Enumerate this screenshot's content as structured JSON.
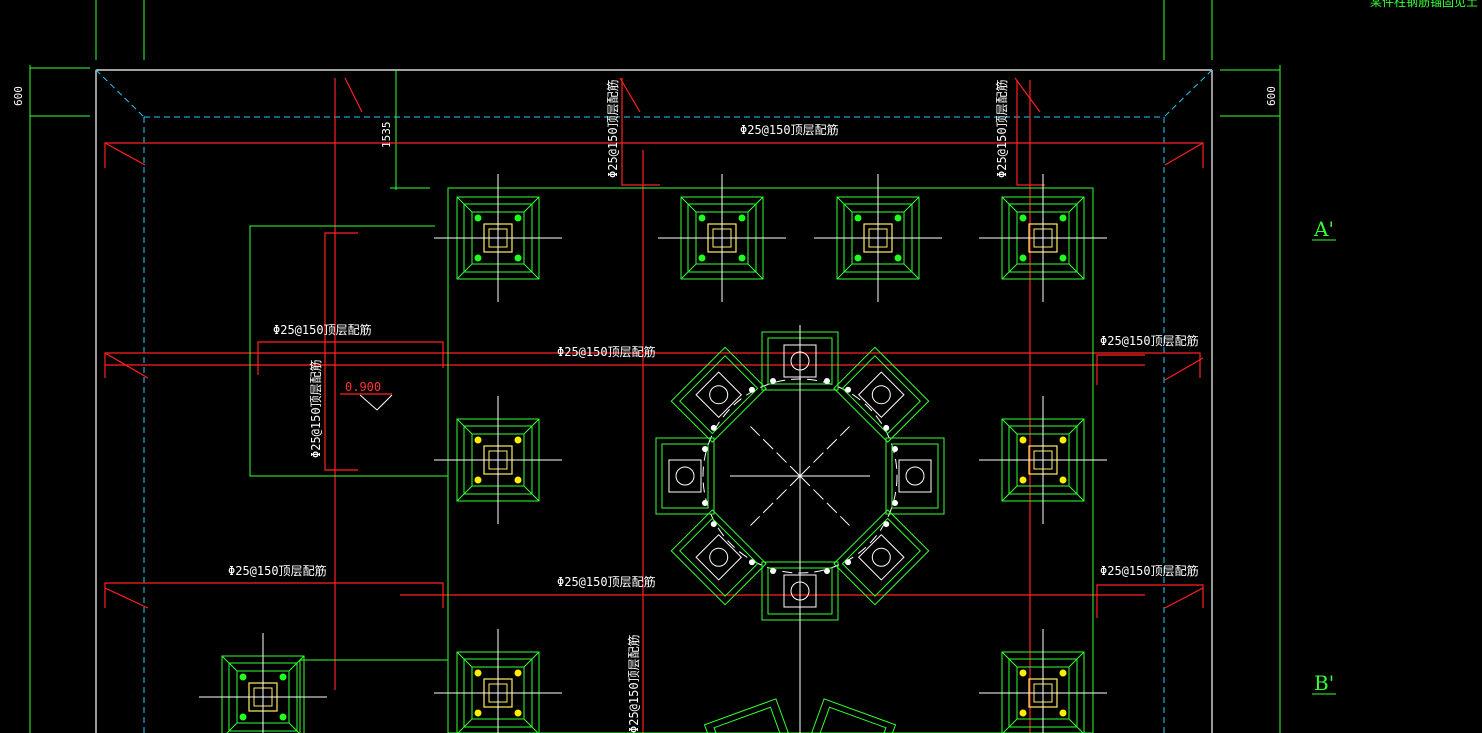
{
  "drawing": {
    "top_right_note": "某件柱钢筋锚固见土",
    "dim_600_left": "600",
    "dim_600_right": "600",
    "dim_1535": "1535",
    "elevation": "0.900",
    "grid_a": "A'",
    "grid_b": "B'",
    "rebar_top": "Φ25@150顶层配筋",
    "rebar_vertical_left": "Φ25@150顶层配筋",
    "rebar_vertical_right": "Φ25@150顶层配筋",
    "rebar_box": "Φ25@150顶层配筋",
    "rebar_box_vertical": "Φ25@150顶层配筋",
    "rebar_mid": "Φ25@150顶层配筋",
    "rebar_right_1": "Φ25@150顶层配筋",
    "rebar_lower_left": "Φ25@150顶层配筋",
    "rebar_lower_mid": "Φ25@150顶层配筋",
    "rebar_right_2": "Φ25@150顶层配筋",
    "rebar_bottom_vertical": "Φ25@150顶层配筋"
  },
  "colors": {
    "background": "#000000",
    "outline": "#ffffff",
    "rebar": "#ff2020",
    "pile": "#33ff33",
    "pile_dot_green": "#22ff22",
    "pile_dot_yellow": "#ffee00",
    "pile_cap_inner": "#ffee66",
    "axis": "#ffffff",
    "dashed": "#22ccff"
  }
}
